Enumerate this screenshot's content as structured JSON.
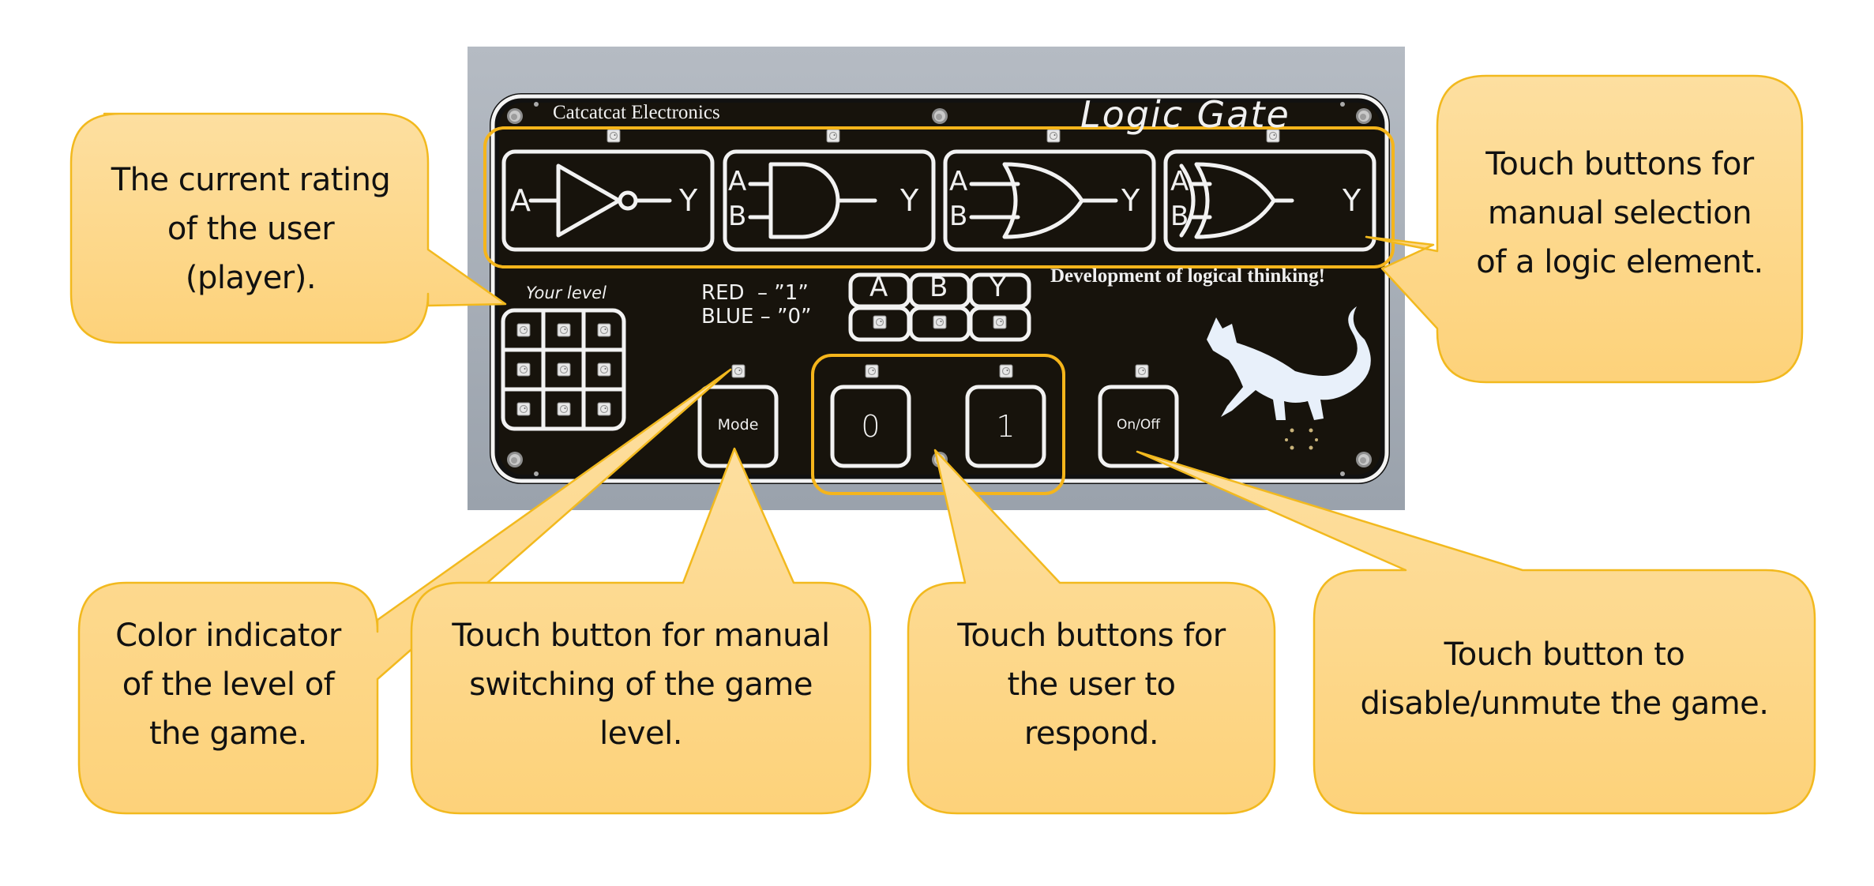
{
  "device": {
    "brand": "Catcatcat Electronics",
    "title": "Logic  Gate",
    "slogan": "Development of logical thinking!",
    "level_label": "Your level",
    "legend": {
      "red": "RED  – ”1”",
      "blue": "BLUE – ”0”"
    },
    "gates": [
      {
        "name": "NOT",
        "inputs": [
          "A"
        ],
        "output": "Y"
      },
      {
        "name": "AND",
        "inputs": [
          "A",
          "B"
        ],
        "output": "Y"
      },
      {
        "name": "OR",
        "inputs": [
          "A",
          "B"
        ],
        "output": "Y"
      },
      {
        "name": "XOR",
        "inputs": [
          "A",
          "B"
        ],
        "output": "Y"
      }
    ],
    "io_labels": [
      "A",
      "B",
      "Y"
    ],
    "buttons": {
      "mode": "Mode",
      "zero": "0",
      "one": "1",
      "power": "On/Off"
    },
    "level_grid_count": 9
  },
  "callouts": {
    "rating": "The current rating\nof the user\n(player).",
    "gate_select": "Touch buttons for\nmanual selection\nof a logic element.",
    "level_indicator": "Color indicator\nof the level of\nthe game.",
    "mode_button": "Touch button for manual\nswitching of the game\nlevel.",
    "answer_buttons": "Touch buttons for\nthe user to\nrespond.",
    "power_button": "Touch button to\ndisable/unmute the game."
  },
  "colors": {
    "callout_fill": "#fdd68a",
    "callout_stroke": "#f2b91e",
    "panel_bg": "#17130c",
    "backdrop": "#aeb4bc",
    "highlight": "#f5b51b"
  }
}
